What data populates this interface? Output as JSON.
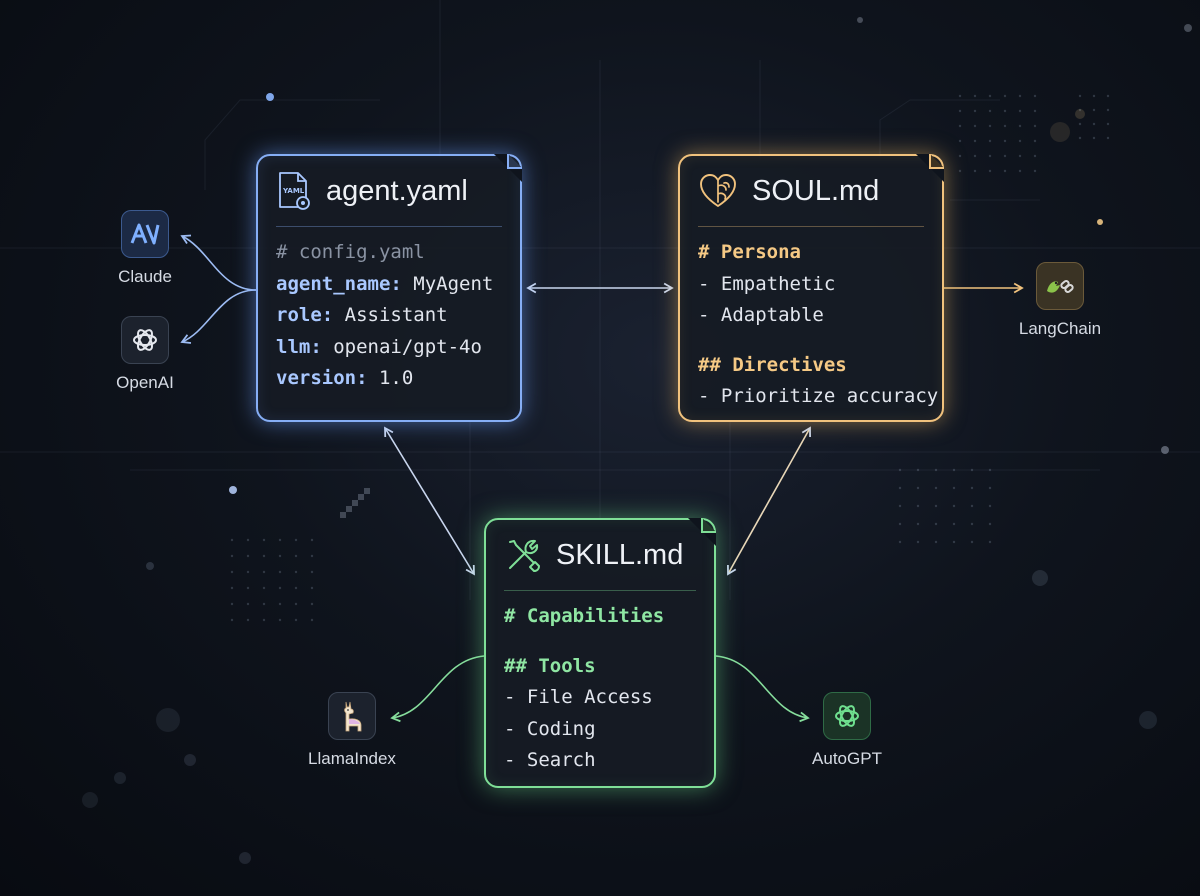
{
  "cards": {
    "agent": {
      "title": "agent.yaml",
      "icon_badge": "YAML",
      "comment": "# config.yaml",
      "rows": [
        {
          "key": "agent_name:",
          "value": " MyAgent"
        },
        {
          "key": "role:",
          "value": " Assistant"
        },
        {
          "key": "llm:",
          "value": " openai/gpt-4o"
        },
        {
          "key": "version:",
          "value": " 1.0"
        }
      ]
    },
    "soul": {
      "title": "SOUL.md",
      "heading1": "# Persona",
      "items1": [
        "- Empathetic",
        "- Adaptable"
      ],
      "heading2": "## Directives",
      "items2": [
        "- Prioritize accuracy"
      ]
    },
    "skill": {
      "title": "SKILL.md",
      "heading1": "# Capabilities",
      "heading2": "## Tools",
      "items": [
        "- File Access",
        "- Coding",
        "- Search"
      ]
    }
  },
  "nodes": {
    "claude": {
      "label": "Claude",
      "icon": "claude-anthropic-logo"
    },
    "openai": {
      "label": "OpenAI",
      "icon": "openai-logo"
    },
    "langchain": {
      "label": "LangChain",
      "icon": "parrot-chain-logo"
    },
    "llamaindex": {
      "label": "LlamaIndex",
      "icon": "llama-logo"
    },
    "autogpt": {
      "label": "AutoGPT",
      "icon": "openai-logo"
    }
  },
  "colors": {
    "agent": "#86aef5",
    "soul": "#f1c27d",
    "skill": "#7fdf97",
    "background": "#0f141d"
  }
}
